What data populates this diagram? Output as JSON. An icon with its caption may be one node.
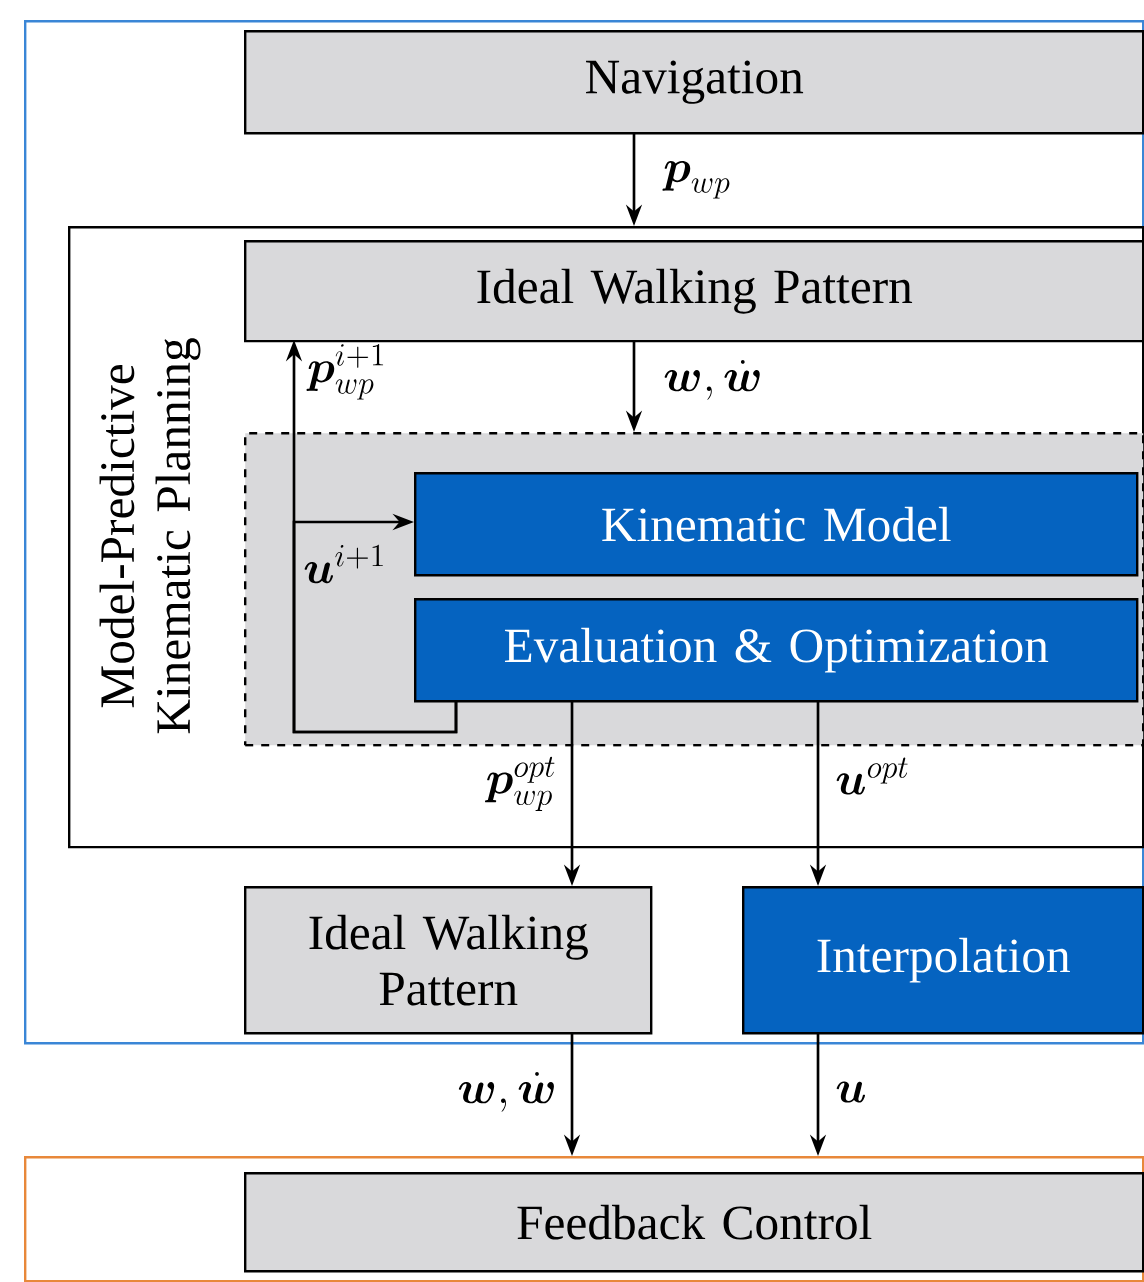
{
  "diagram": {
    "nodes": [
      {
        "text": [],
        "shape": "box"
      },
      {
        "text": [
          "Navigation"
        ],
        "in": 0
      },
      {
        "text": [
          "Model-Predictive Kinematic Planning"
        ],
        "in": 0
      },
      {
        "text": [
          "Ideal Walking Pattern"
        ],
        "in": 2
      },
      {
        "text": [],
        "shape": "box",
        "in": 2
      },
      {
        "text": [
          "Kinematic Model"
        ],
        "in": 4
      },
      {
        "text": [
          "Evaluation & Optimization"
        ],
        "in": 4
      },
      {
        "text": [
          "Ideal Walking Pattern"
        ],
        "in": 0
      },
      {
        "text": [
          "Interpolation"
        ],
        "in": 0
      },
      {
        "text": [],
        "shape": "box"
      },
      {
        "text": [
          "Feedback Control"
        ],
        "in": 9
      }
    ],
    "edges": [
      {
        "from": 1,
        "to": 2,
        "arrow": "to",
        "label": "\\boldsymbol{p}_{wp}"
      },
      {
        "from": 3,
        "to": 4,
        "arrow": "to",
        "label": "\\boldsymbol{w},\\dot{\\boldsymbol{w}}"
      },
      {
        "from": 6,
        "to": 3,
        "arrow": "to",
        "label": "\\boldsymbol{p}_{wp}^{i+1}"
      },
      {
        "from": 6,
        "to": 5,
        "arrow": "to",
        "label": "\\boldsymbol{u}^{i+1}"
      },
      {
        "from": 6,
        "to": 7,
        "arrow": "to",
        "label": "\\boldsymbol{p}_{wp}^{opt}"
      },
      {
        "from": 6,
        "to": 8,
        "arrow": "to",
        "label": "\\boldsymbol{u}^{opt}"
      },
      {
        "from": 7,
        "to": 9,
        "arrow": "to",
        "label": "\\boldsymbol{w},\\dot{\\boldsymbol{w}}"
      },
      {
        "from": 8,
        "to": 9,
        "arrow": "to",
        "label": "\\boldsymbol{u}"
      }
    ]
  }
}
